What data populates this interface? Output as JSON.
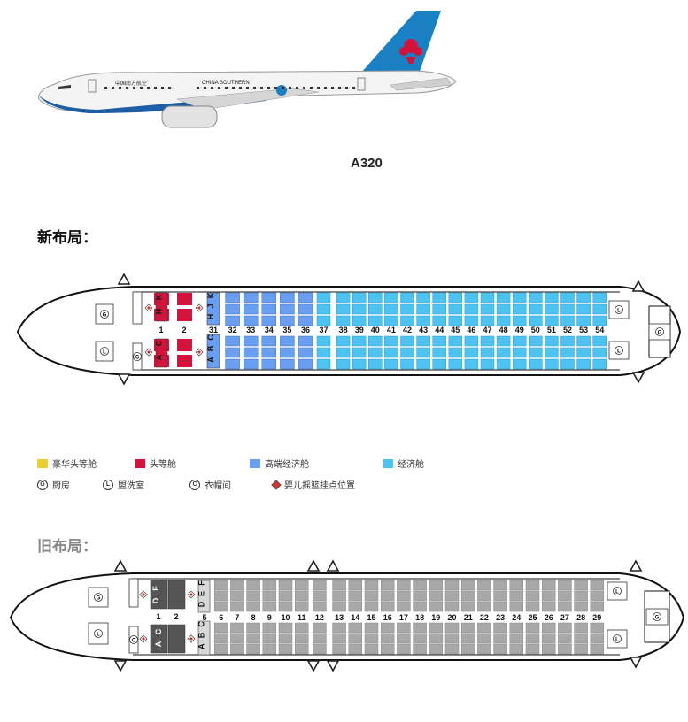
{
  "header": {
    "model": "A320"
  },
  "aircraft": {
    "tail_logo_color": "#1a7fc3",
    "fuselage_text_cn": "中国南方航空",
    "fuselage_text_en": "CHINA SOUTHERN"
  },
  "new_layout": {
    "title": "新布局：",
    "first_rows": [
      "1",
      "2"
    ],
    "first_left_letters": [
      "H",
      "K"
    ],
    "first_right_letters": [
      "A",
      "C"
    ],
    "premium_rows": [
      "31",
      "32",
      "33",
      "34",
      "35",
      "36"
    ],
    "economy_rows": [
      "37",
      "38",
      "39",
      "40",
      "41",
      "42",
      "43",
      "44",
      "45",
      "46",
      "47",
      "48",
      "49",
      "50",
      "51",
      "52",
      "53",
      "54"
    ],
    "premium_upper_letters": [
      "H",
      "J",
      "K"
    ],
    "premium_lower_letters": [
      "A",
      "B",
      "C"
    ]
  },
  "legend": {
    "items": [
      {
        "label": "豪华头等舱",
        "color": "#e8d030"
      },
      {
        "label": "头等舱",
        "color": "#d0143c"
      },
      {
        "label": "高端经济舱",
        "color": "#6a9ef0"
      },
      {
        "label": "经济舱",
        "color": "#4fc3f0"
      }
    ],
    "icons": [
      {
        "symbol": "G",
        "label": "厨房"
      },
      {
        "symbol": "L",
        "label": "盥洗室"
      },
      {
        "symbol": "C",
        "label": "衣帽间"
      },
      {
        "symbol": "◈",
        "label": "婴儿摇篮挂点位置"
      }
    ]
  },
  "old_layout": {
    "title": "旧布局：",
    "first_rows": [
      "1",
      "2"
    ],
    "first_upper_letters": [
      "D",
      "F"
    ],
    "first_lower_letters": [
      "A",
      "C"
    ],
    "economy_rows": [
      "5",
      "6",
      "7",
      "8",
      "9",
      "10",
      "11",
      "12",
      "13",
      "14",
      "15",
      "16",
      "17",
      "18",
      "19",
      "20",
      "21",
      "22",
      "23",
      "24",
      "25",
      "26",
      "27",
      "28",
      "29"
    ],
    "economy_upper_letters": [
      "D",
      "E",
      "F"
    ],
    "economy_lower_letters": [
      "A",
      "B",
      "C"
    ]
  },
  "colors": {
    "first": "#d0143c",
    "premium": "#6a9ef0",
    "economy": "#4fc3f0",
    "old_first": "#555555",
    "old_economy": "#a8a8a8"
  }
}
